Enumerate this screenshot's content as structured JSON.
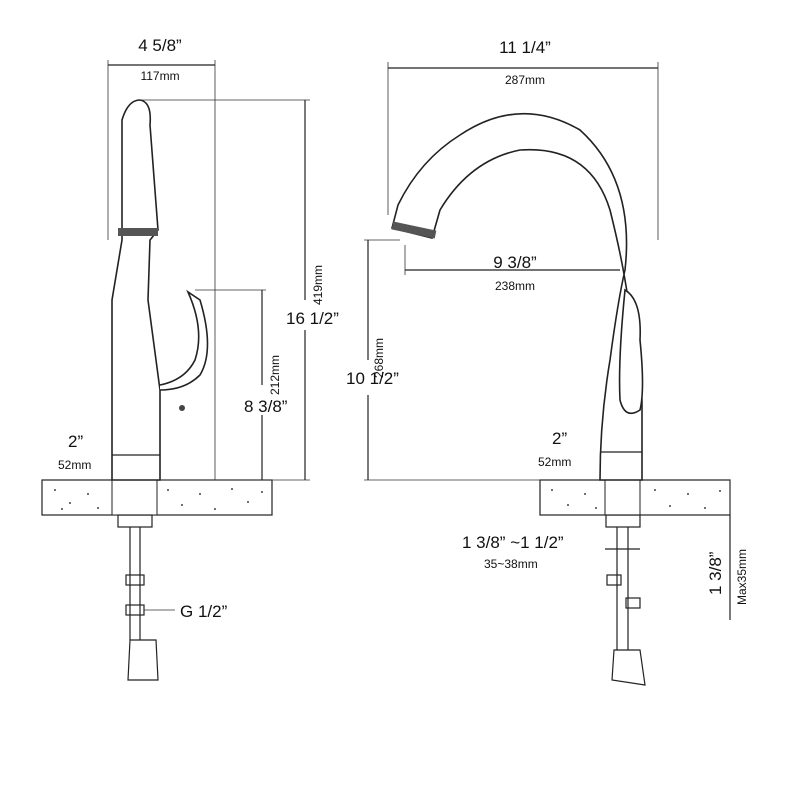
{
  "left_view": {
    "width_in": "4 5/8”",
    "width_mm": "117mm",
    "height_in": "16 1/2”",
    "height_mm": "419mm",
    "handle_height_in": "8 3/8”",
    "handle_height_mm": "212mm",
    "base_in": "2”",
    "base_mm": "52mm",
    "thread": "G 1/2”"
  },
  "right_view": {
    "reach_total_in": "11 1/4”",
    "reach_total_mm": "287mm",
    "reach_in": "9 3/8”",
    "reach_mm": "238mm",
    "spout_height_in": "10 1/2”",
    "spout_height_mm": "268mm",
    "base_in": "2”",
    "base_mm": "52mm",
    "hole_in": "1 3/8” ~1 1/2”",
    "hole_mm": "35~38mm",
    "deck_in": "1 3/8”",
    "deck_mm": "Max35mm"
  }
}
